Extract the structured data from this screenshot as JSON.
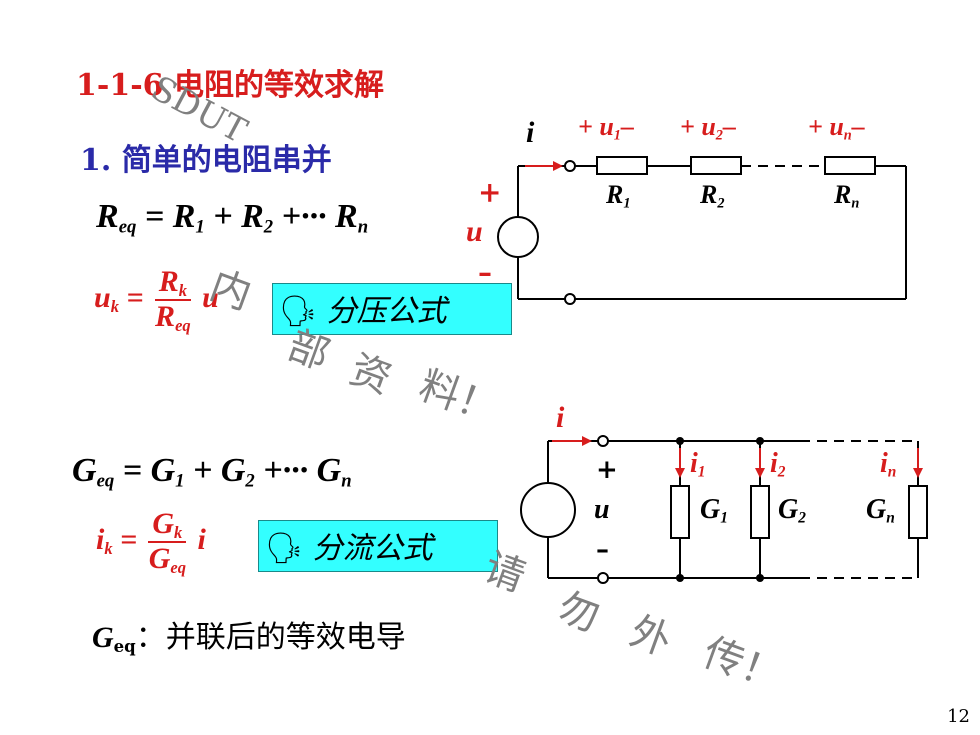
{
  "slide": {
    "section_title": "1-1-6 电阻的等效求解",
    "subsection_title": "1. 简单的电阻串并",
    "page_number": "12"
  },
  "series": {
    "formula": {
      "lhs": "R",
      "lhs_sub": "eq",
      "t1": "R",
      "t1_sub": "1",
      "t2": "R",
      "t2_sub": "2",
      "dots": "+···",
      "tn": "R",
      "tn_sub": "n"
    },
    "divider": {
      "lhs": "u",
      "lhs_sub": "k",
      "num": "R",
      "num_sub": "k",
      "den": "R",
      "den_sub": "eq",
      "tail": "u"
    },
    "callout": "分压公式",
    "labels": {
      "current": "i",
      "source_plus": "+",
      "source_v": "u",
      "source_minus": "–",
      "drop_1": "+ u",
      "drop_1_sub": "1",
      "drop_1_minus": "–",
      "drop_2": "+ u",
      "drop_2_sub": "2",
      "drop_2_minus": "–",
      "drop_n": "+ u",
      "drop_n_sub": "n",
      "drop_n_minus": "–",
      "r1": "R",
      "r1_sub": "1",
      "r2": "R",
      "r2_sub": "2",
      "rn": "R",
      "rn_sub": "n"
    }
  },
  "parallel": {
    "formula": {
      "lhs": "G",
      "lhs_sub": "eq",
      "t1": "G",
      "t1_sub": "1",
      "t2": "G",
      "t2_sub": "2",
      "dots": "+···",
      "tn": "G",
      "tn_sub": "n"
    },
    "divider": {
      "lhs": "i",
      "lhs_sub": "k",
      "num": "G",
      "num_sub": "k",
      "den": "G",
      "den_sub": "eq",
      "tail": "i"
    },
    "callout": "分流公式",
    "note_symbol": "G",
    "note_sub": "eq",
    "note_text": "：并联后的等效电导",
    "labels": {
      "current": "i",
      "plus": "+",
      "v": "u",
      "minus": "–",
      "i1": "i",
      "i1_sub": "1",
      "i2": "i",
      "i2_sub": "2",
      "in": "i",
      "in_sub": "n",
      "g1": "G",
      "g1_sub": "1",
      "g2": "G",
      "g2_sub": "2",
      "gn": "G",
      "gn_sub": "n"
    }
  },
  "watermark": [
    "SDUT",
    "内",
    "部",
    "资",
    "料！",
    "请",
    "勿",
    "外",
    "传！"
  ],
  "icons": {
    "speaker": "speaker-icon"
  },
  "colors": {
    "red": "#d71d1d",
    "blue": "#2a2aa8",
    "callout_bg": "#33ffff"
  }
}
